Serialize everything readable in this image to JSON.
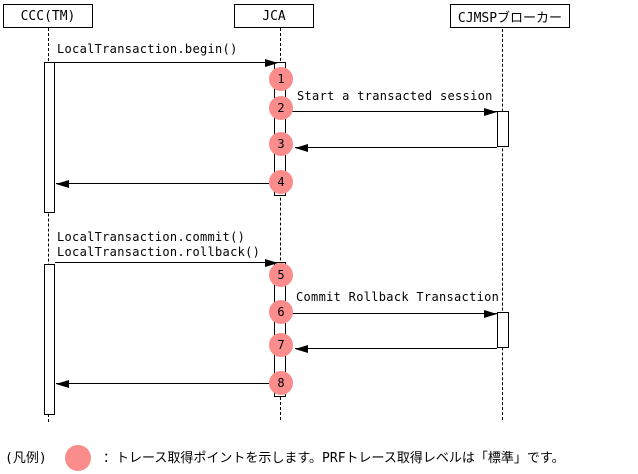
{
  "diagram": {
    "actors": [
      {
        "name": "CCC(TM)"
      },
      {
        "name": "JCA"
      },
      {
        "name": "CJMSPブローカー"
      }
    ],
    "messages": {
      "begin": "LocalTransaction.begin()",
      "start_session": "Start a transacted session",
      "commit": "LocalTransaction.commit()",
      "rollback": "LocalTransaction.rollback()",
      "commit_rollback": "Commit Rollback Transaction"
    },
    "trace_points": [
      "1",
      "2",
      "3",
      "4",
      "5",
      "6",
      "7",
      "8"
    ]
  },
  "legend": {
    "prefix": "(凡例)",
    "description": "：トレース取得ポイントを示します。PRFトレース取得レベルは「標準」です。"
  },
  "colors": {
    "trace_point": "#FA8C8C",
    "line": "#000000",
    "background": "#FFFFFF"
  }
}
